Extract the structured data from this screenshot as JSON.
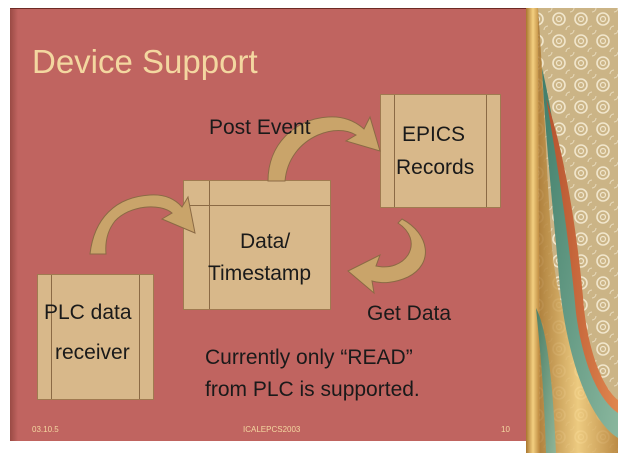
{
  "slide": {
    "title": "Device Support",
    "boxes": {
      "epics_line1": "EPICS",
      "epics_line2": "Records",
      "data_line1": "Data/",
      "data_line2": "Timestamp",
      "plc_line1": "PLC data",
      "plc_line2": "receiver"
    },
    "labels": {
      "post_event": "Post Event",
      "get_data": "Get Data"
    },
    "note_line1": "Currently only “READ”",
    "note_line2": "from PLC is supported.",
    "footer": {
      "date": "03.10.5",
      "conference": "ICALEPCS2003",
      "page": "10"
    }
  },
  "colors": {
    "background": "#c06460",
    "title": "#f3d7a0",
    "box_fill": "#d8b88a",
    "arrow_fill": "#c9a46a",
    "text": "#1a1a1a"
  },
  "icons": [
    "curved-arrow-icon"
  ]
}
